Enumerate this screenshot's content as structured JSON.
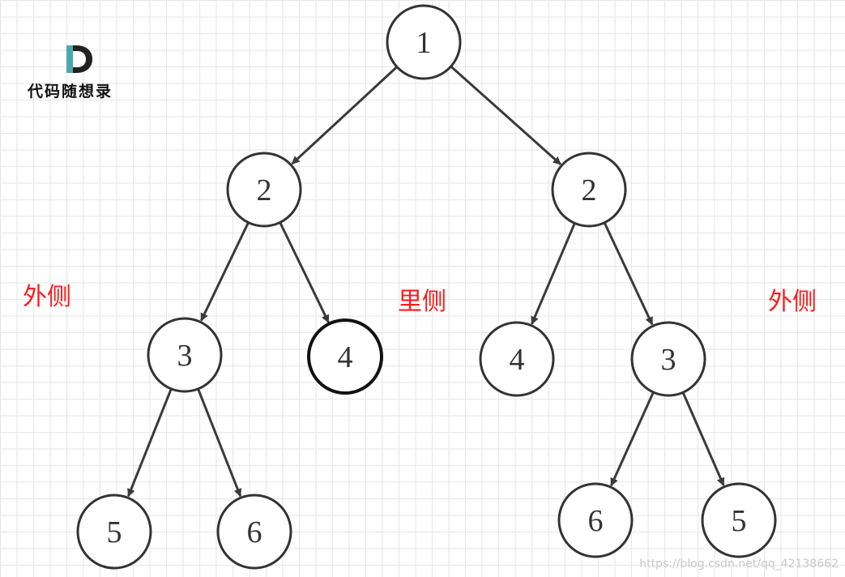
{
  "logo": {
    "text": "代码随想录"
  },
  "labels": {
    "outer_left": "外侧",
    "inner": "里侧",
    "outer_right": "外侧"
  },
  "watermark": "https://blog.csdn.net/qq_42138662",
  "tree": {
    "nodes": [
      {
        "id": "n1",
        "value": "1"
      },
      {
        "id": "n2L",
        "value": "2"
      },
      {
        "id": "n2R",
        "value": "2"
      },
      {
        "id": "n3L",
        "value": "3"
      },
      {
        "id": "n4L",
        "value": "4"
      },
      {
        "id": "n4R",
        "value": "4"
      },
      {
        "id": "n3R",
        "value": "3"
      },
      {
        "id": "n5L",
        "value": "5"
      },
      {
        "id": "n6L",
        "value": "6"
      },
      {
        "id": "n6R",
        "value": "6"
      },
      {
        "id": "n5R",
        "value": "5"
      }
    ],
    "edges": [
      [
        "n1",
        "n2L"
      ],
      [
        "n1",
        "n2R"
      ],
      [
        "n2L",
        "n3L"
      ],
      [
        "n2L",
        "n4L"
      ],
      [
        "n2R",
        "n4R"
      ],
      [
        "n2R",
        "n3R"
      ],
      [
        "n3L",
        "n5L"
      ],
      [
        "n3L",
        "n6L"
      ],
      [
        "n3R",
        "n6R"
      ],
      [
        "n3R",
        "n5R"
      ]
    ],
    "highlighted": [
      "n4L"
    ]
  },
  "colors": {
    "label_red": "#ff1a1a",
    "stroke": "#333333"
  }
}
